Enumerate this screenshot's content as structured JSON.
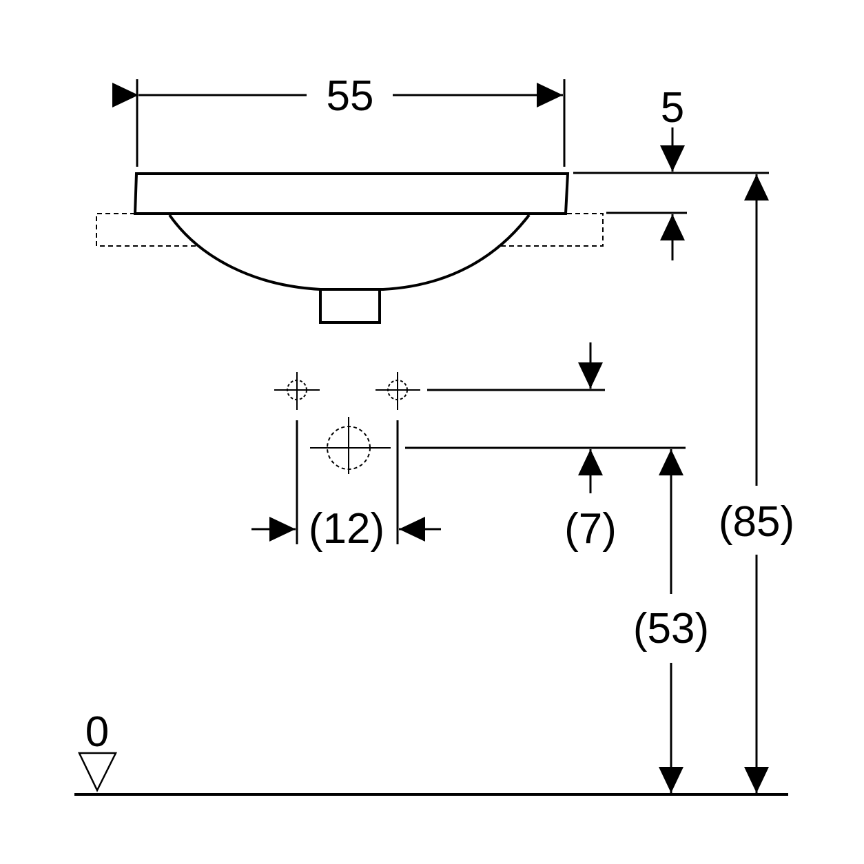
{
  "labels": {
    "width": "55",
    "rim_thickness": "5",
    "tap_hole_spacing": "(12)",
    "tap_hole_offset": "(7)",
    "total_height": "(85)",
    "waste_height": "(53)",
    "floor_level": "0"
  },
  "colors": {
    "line": "#000000",
    "background": "#ffffff"
  }
}
